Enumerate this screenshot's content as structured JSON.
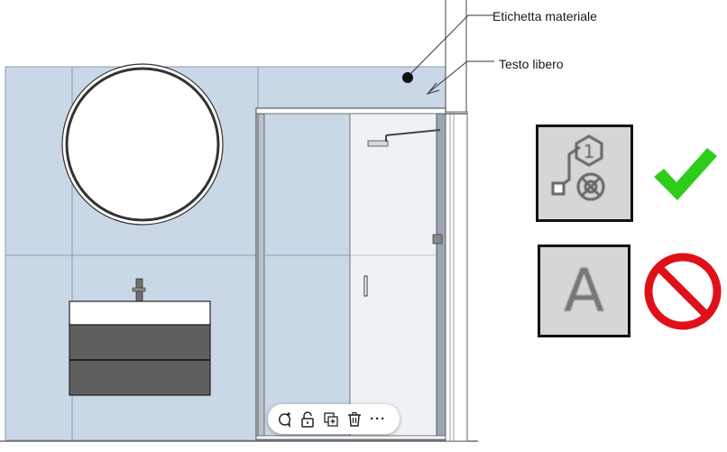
{
  "annotations": {
    "material_tag_label": "Etichetta materiale",
    "free_text_label": "Testo libero"
  },
  "legend": {
    "allowed": {
      "icon": "material-tag-icon",
      "status": "check-mark-icon",
      "status_color": "#2ecc1a"
    },
    "forbidden": {
      "letter": "A",
      "icon": "text-tool-icon",
      "status": "prohibited-icon",
      "status_color": "#e0101a"
    }
  },
  "colors": {
    "wall_tile": "#c9d7e6",
    "glass": "#e9eef4",
    "vanity_cabinet": "#5f5f5f",
    "frame": "#555555"
  },
  "toolbar": {
    "buttons": [
      "comment-add-icon",
      "unlock-icon",
      "copy-icon",
      "trash-icon",
      "more-icon"
    ],
    "more_label": "···"
  }
}
